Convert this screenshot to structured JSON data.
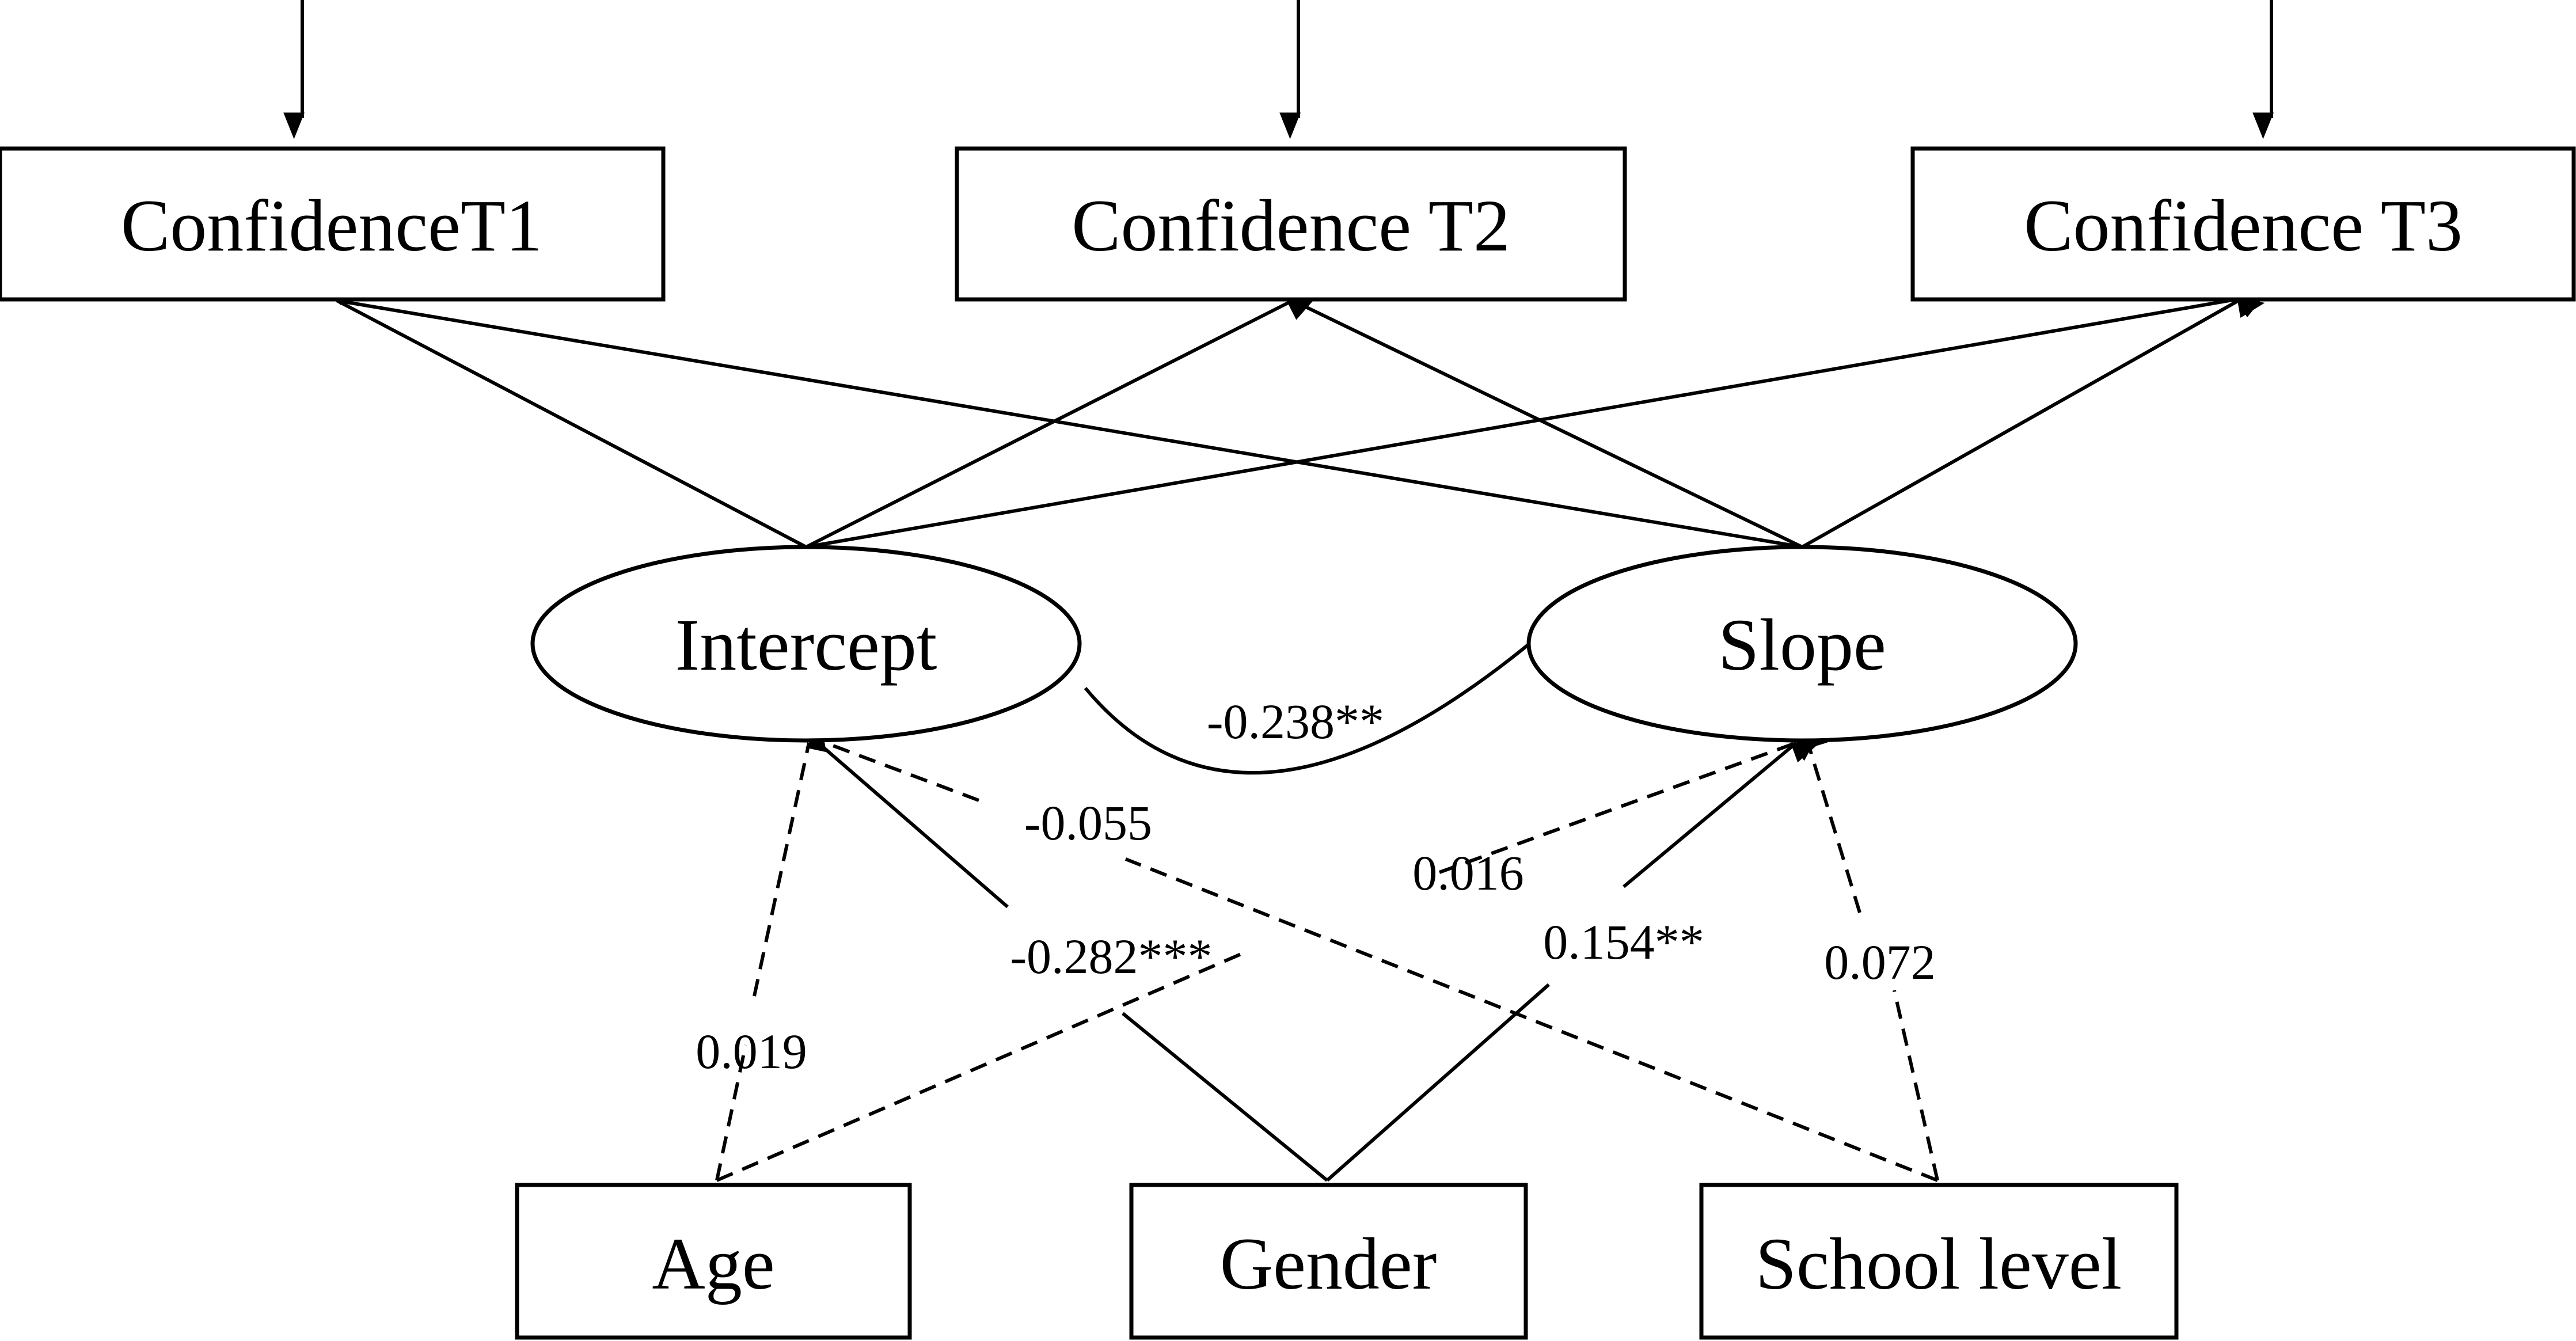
{
  "observed": [
    {
      "id": "conf1",
      "label": "ConfidenceT1"
    },
    {
      "id": "conf2",
      "label": "Confidence T2"
    },
    {
      "id": "conf3",
      "label": "Confidence T3"
    }
  ],
  "latent": [
    {
      "id": "intercept",
      "label": "Intercept"
    },
    {
      "id": "slope",
      "label": "Slope"
    }
  ],
  "covariates": [
    {
      "id": "age",
      "label": "Age"
    },
    {
      "id": "gender",
      "label": "Gender"
    },
    {
      "id": "school",
      "label": "School level"
    }
  ],
  "correlation": {
    "between": [
      "intercept",
      "slope"
    ],
    "label": "-0.238**"
  },
  "paths": [
    {
      "from": "age",
      "to": "intercept",
      "label": "0.019",
      "significant": false
    },
    {
      "from": "gender",
      "to": "intercept",
      "label": "-0.282***",
      "significant": true
    },
    {
      "from": "school",
      "to": "intercept",
      "label": "-0.055",
      "significant": false
    },
    {
      "from": "age",
      "to": "slope",
      "label": "0.016",
      "significant": false
    },
    {
      "from": "gender",
      "to": "slope",
      "label": "0.154**",
      "significant": true
    },
    {
      "from": "school",
      "to": "slope",
      "label": "0.072",
      "significant": false
    }
  ],
  "colors": {
    "stroke": "#000000",
    "background": "#ffffff"
  }
}
